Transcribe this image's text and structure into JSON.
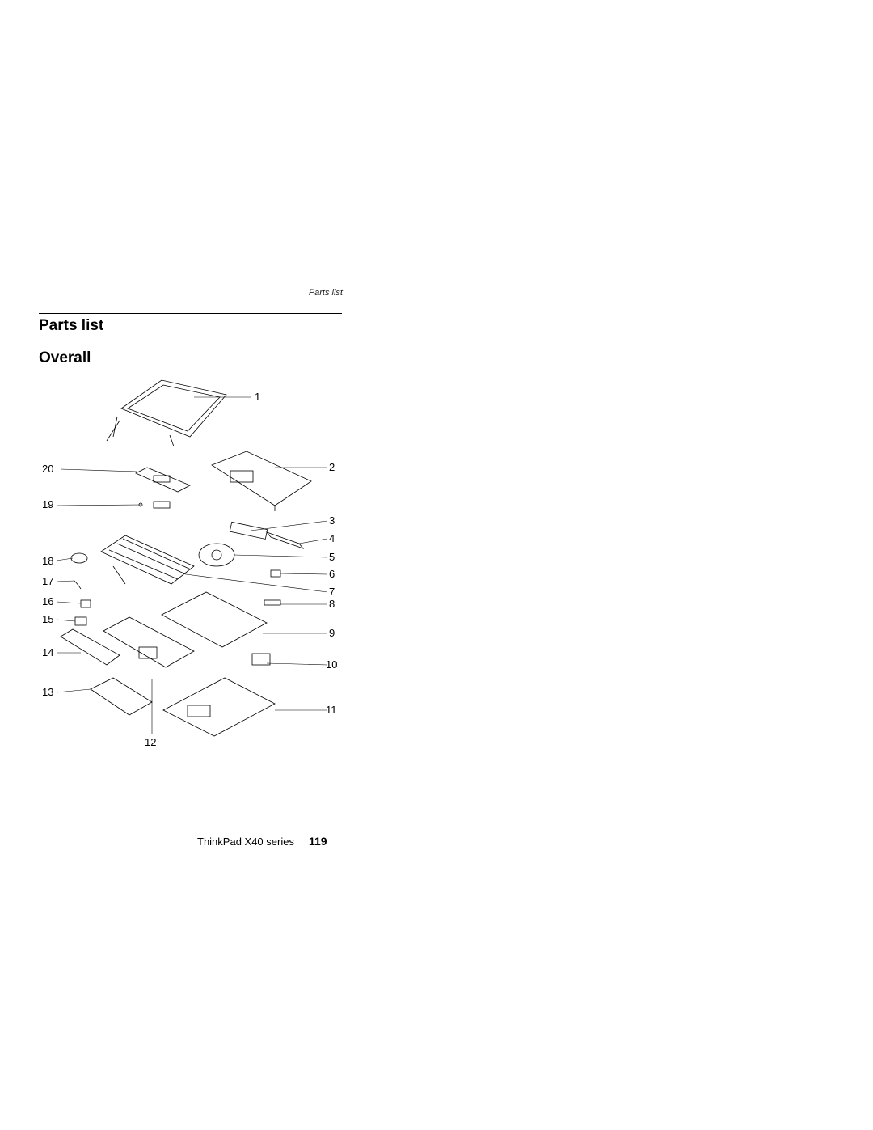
{
  "running_head": "Parts list",
  "title": "Parts list",
  "subtitle": "Overall",
  "callouts": [
    "1",
    "2",
    "3",
    "4",
    "5",
    "6",
    "7",
    "8",
    "9",
    "10",
    "11",
    "12",
    "13",
    "14",
    "15",
    "16",
    "17",
    "18",
    "19",
    "20"
  ],
  "footer": {
    "book": "ThinkPad X40 series",
    "page": "119"
  }
}
